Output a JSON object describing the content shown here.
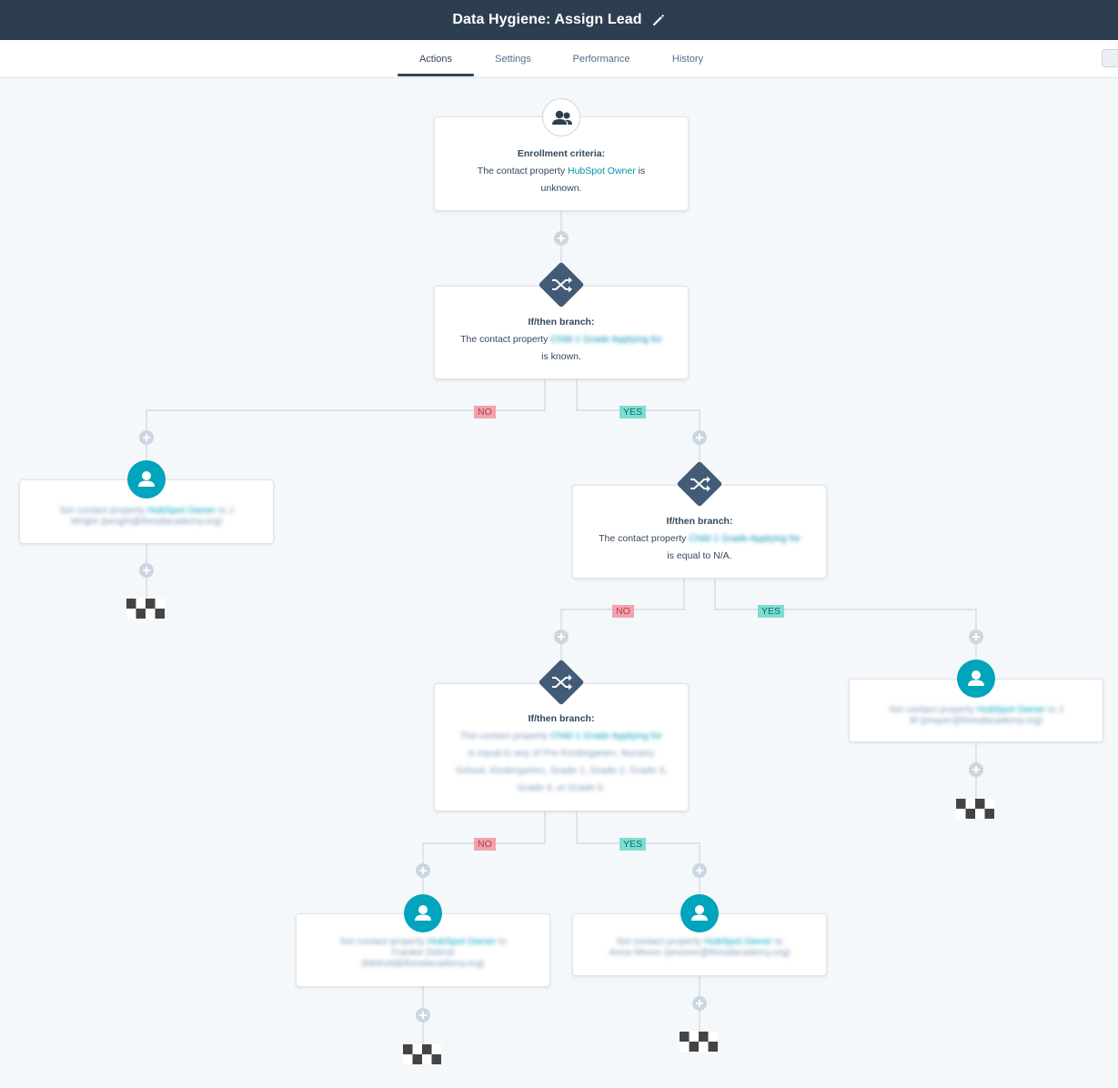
{
  "header": {
    "title": "Data Hygiene: Assign Lead"
  },
  "tabs": [
    {
      "label": "Actions",
      "active": true
    },
    {
      "label": "Settings"
    },
    {
      "label": "Performance"
    },
    {
      "label": "History"
    }
  ],
  "enrollment": {
    "title": "Enrollment criteria:",
    "text_before": "The contact property ",
    "property": "HubSpot Owner",
    "text_after": " is",
    "line2": "unknown."
  },
  "branch1": {
    "title": "If/then branch:",
    "text_before": "The contact property ",
    "property": "Child 1 Grade Applying for",
    "line2": "is known."
  },
  "branch2": {
    "title": "If/then branch:",
    "text_before": "The contact property ",
    "property": "Child 1 Grade Applying for",
    "line2": "is equal to N/A."
  },
  "branch3": {
    "title": "If/then branch:",
    "line1_before": "The contact property ",
    "property": "Child 1 Grade Applying for",
    "line2": "is equal to any of Pre-Kindergarten, Nursery",
    "line3": "School, Kindergarten, Grade 1, Grade 2, Grade 3,",
    "line4": "Grade 4, or Grade 5."
  },
  "action_left": {
    "text_before": "Set contact property ",
    "property": "HubSpot Owner",
    "text_after": " to J",
    "line2": "Wright (jwright@thesdacademy.org)"
  },
  "action_right": {
    "text_before": "Set contact property ",
    "property": "HubSpot Owner",
    "text_after": " to J",
    "line2": "M (jmayer@thesdacademy.org)"
  },
  "action_bottom_left": {
    "text_before": "Set contact property ",
    "property": "HubSpot Owner",
    "text_after": " to",
    "line2": "Frankie Detroit",
    "line3": "(fdetroit@thesdacademy.org)"
  },
  "action_bottom_right": {
    "text_before": "Set contact property ",
    "property": "HubSpot Owner",
    "text_after": " to",
    "line2": "Anna Moore (amoore@thesdacademy.org)"
  },
  "labels": {
    "no": "NO",
    "yes": "YES"
  },
  "icons": {
    "contacts": "contacts-icon",
    "branch": "branch-icon",
    "person": "person-icon",
    "end": "end-flag-icon",
    "edit": "pencil-icon"
  },
  "colors": {
    "header": "#2d3e50",
    "teal": "#00a4bd",
    "diamond": "#425b76",
    "no_tag": "#f2a3ad",
    "yes_tag": "#7fdcd0"
  }
}
